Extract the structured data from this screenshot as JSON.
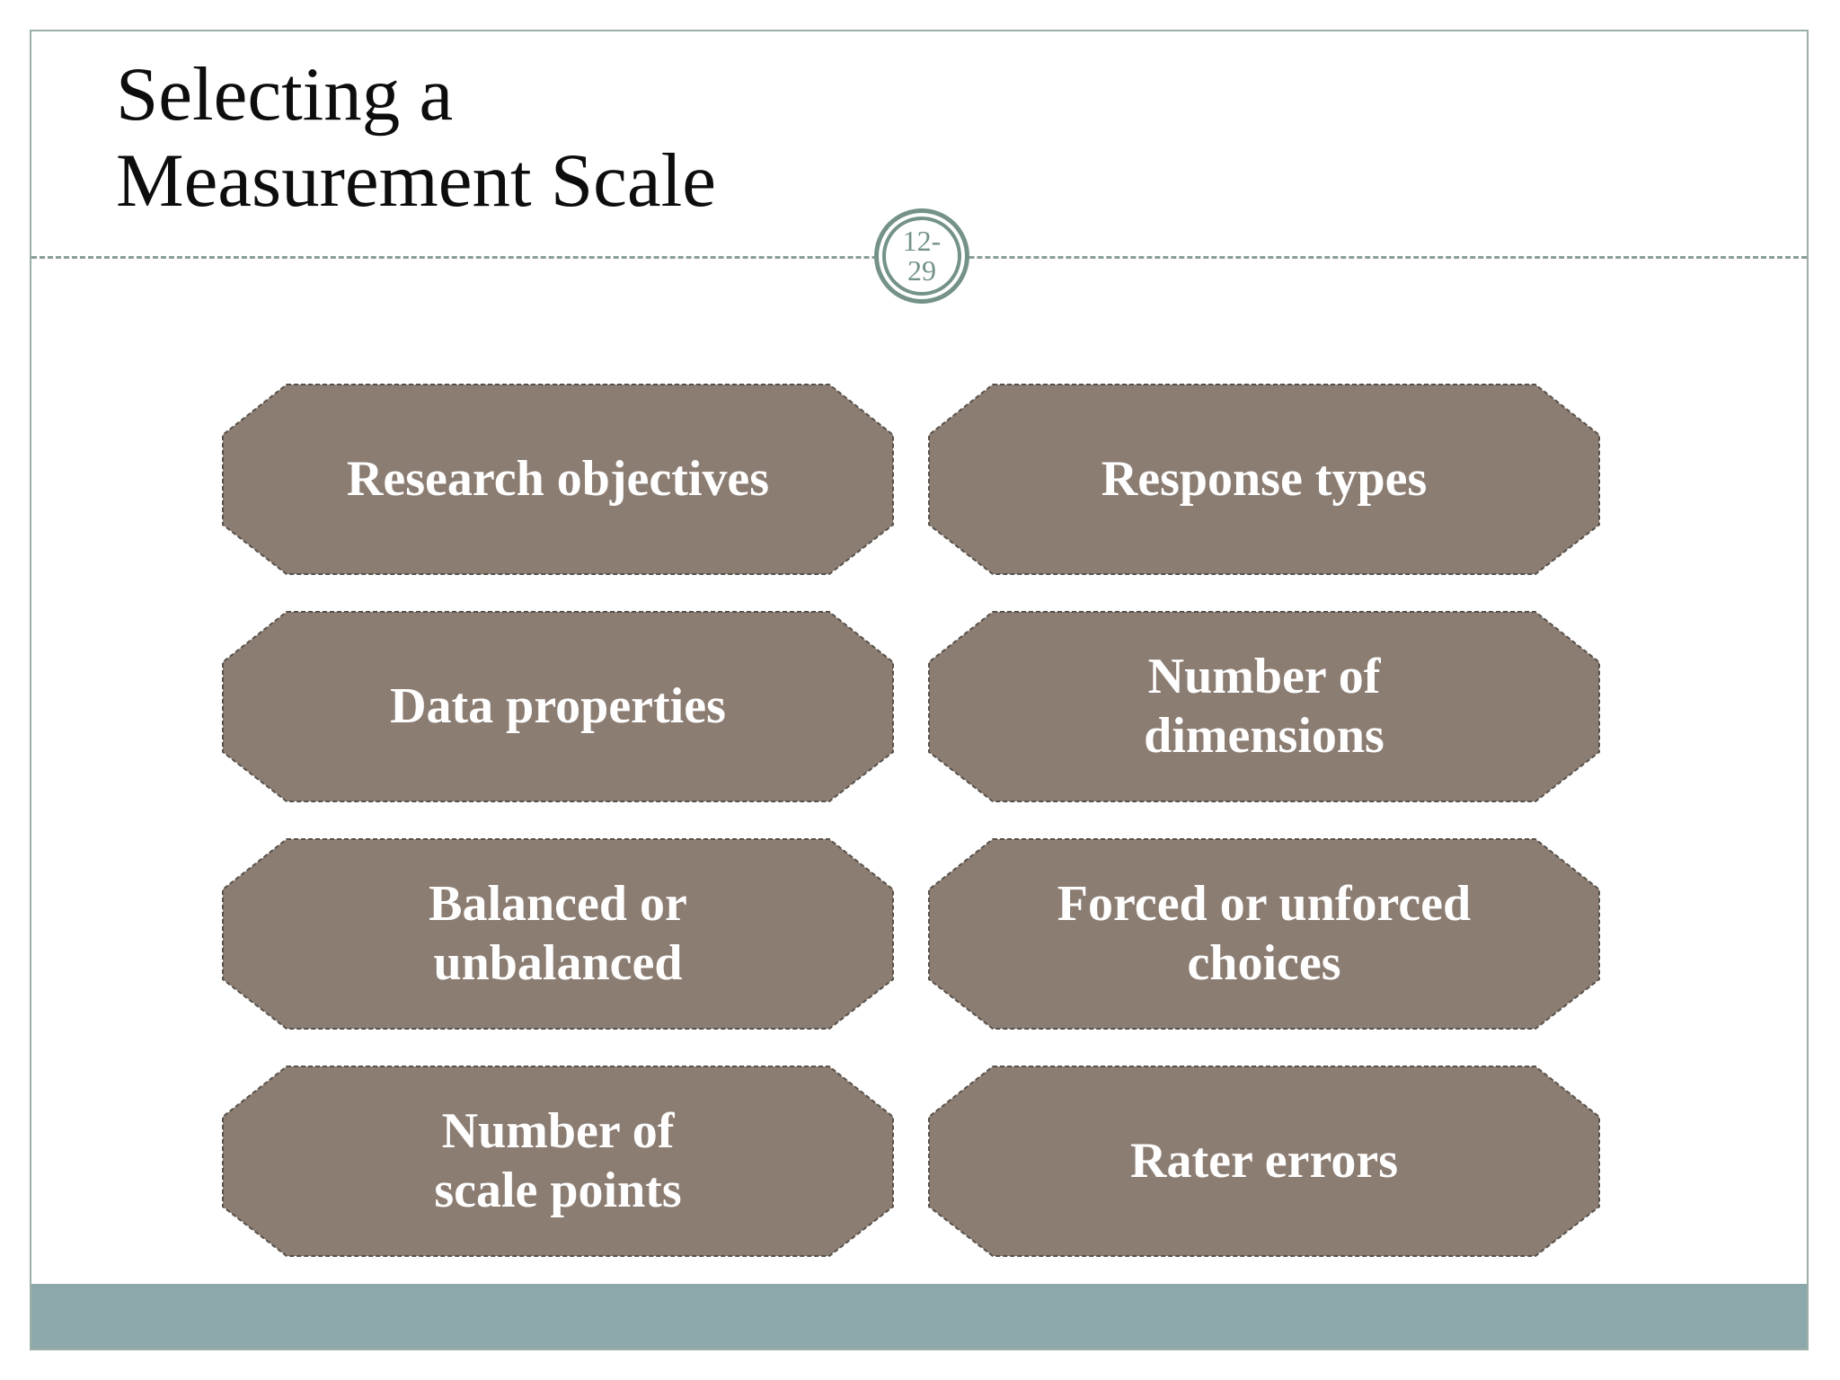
{
  "slide": {
    "title": "Selecting a\nMeasurement Scale",
    "page_badge": "12-\n29",
    "boxes": [
      {
        "label": "Research objectives"
      },
      {
        "label": "Response types"
      },
      {
        "label": "Data properties"
      },
      {
        "label": "Number of\ndimensions"
      },
      {
        "label": "Balanced or\nunbalanced"
      },
      {
        "label": "Forced or unforced\nchoices"
      },
      {
        "label": "Number of\nscale points"
      },
      {
        "label": "Rater errors"
      }
    ],
    "colors": {
      "box_fill": "#8C7D73",
      "box_border": "#57514A",
      "box_text": "#FFFFFF",
      "badge_accent": "#74928A",
      "frame_border": "#9BAEA7",
      "dashed_rule": "#8A9D96",
      "bottom_bar": "#8DA8AA",
      "title_text": "#0D0D0D"
    }
  }
}
